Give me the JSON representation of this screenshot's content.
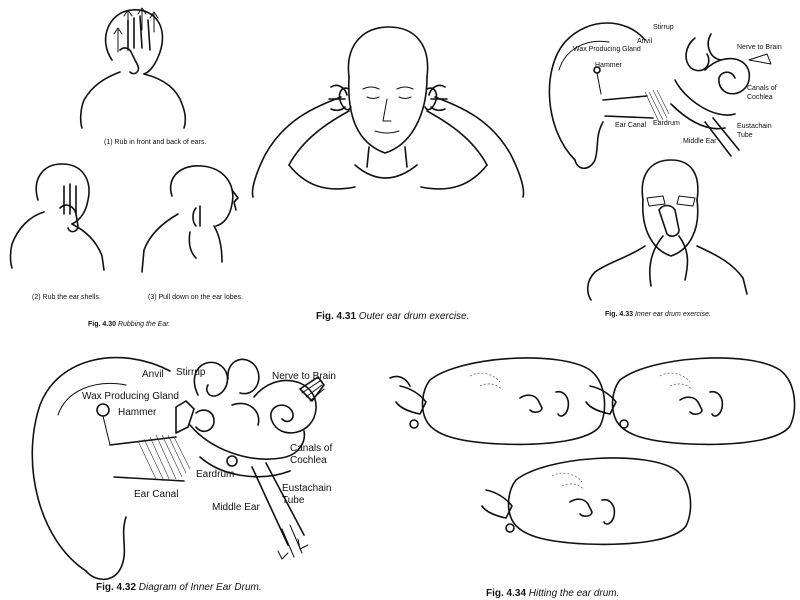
{
  "fig430": {
    "steps": [
      {
        "text": "(1) Rub in front and back of ears."
      },
      {
        "text": "(2) Rub the ear shells."
      },
      {
        "text": "(3) Pull down on the ear lobes."
      }
    ],
    "caption_num": "Fig. 4.30",
    "caption_text": " Rubbing the Ear."
  },
  "fig431": {
    "caption_num": "Fig. 4.31",
    "caption_text": " Outer ear drum exercise."
  },
  "fig433": {
    "labels": {
      "stirrup": "Stirrup",
      "anvil": "Anvil",
      "wax": "Wax Producing Gland",
      "nerve": "Nerve to Brain",
      "hammer": "Hammer",
      "canals": "Canals of\nCochlea",
      "ear_canal": "Ear Canal",
      "eardrum": "Eardrum",
      "eustachain": "Eustachain\nTube",
      "middle_ear": "Middle Ear"
    },
    "caption_num": "Fig. 4.33",
    "caption_text": " Inner ear drum exercise."
  },
  "fig432": {
    "labels": {
      "anvil": "Anvil",
      "stirrup": "Stirrup",
      "nerve": "Nerve to Brain",
      "wax": "Wax Producing Gland",
      "hammer": "Hammer",
      "canals": "Canals of",
      "cochlea": "Cochlea",
      "eardrum": "Eardrum",
      "eustachain": "Eustachain",
      "tube": "Tube",
      "ear_canal": "Ear Canal",
      "middle_ear": "Middle Ear"
    },
    "caption_num": "Fig. 4.32",
    "caption_text": " Diagram of Inner Ear Drum."
  },
  "fig434": {
    "caption_num": "Fig. 4.34",
    "caption_text": " Hitting the ear drum."
  }
}
